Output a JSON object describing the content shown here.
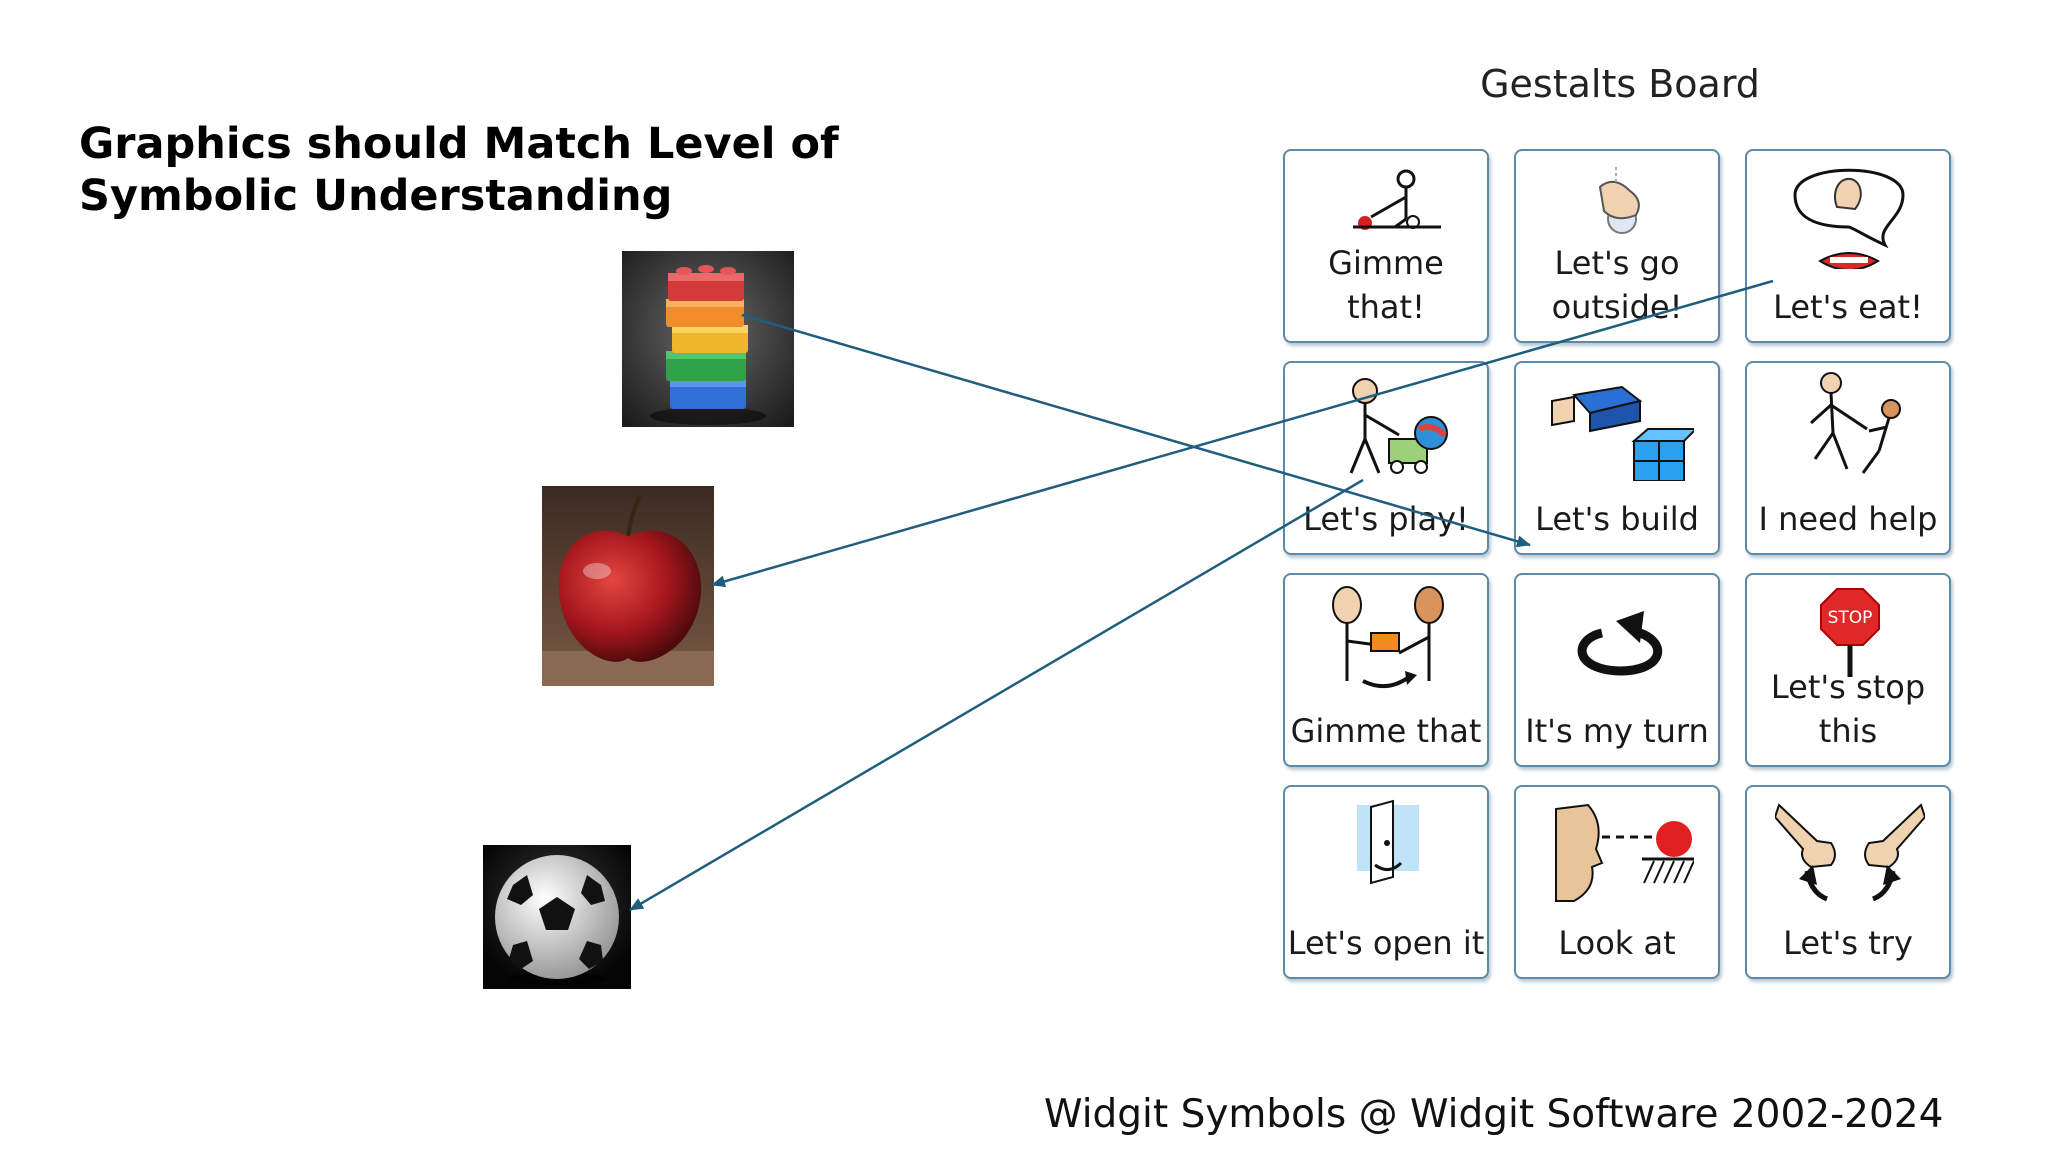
{
  "slide": {
    "title": "Graphics should Match Level of Symbolic Understanding",
    "credit": "Widgit Symbols @ Widgit Software 2002-2024"
  },
  "board": {
    "title": "Gestalts Board",
    "cells": [
      {
        "label": "Gimme that!",
        "icon": "reach-icon"
      },
      {
        "label": "Let's go outside!",
        "icon": "outside-sign-icon"
      },
      {
        "label": "Let's eat!",
        "icon": "eat-sign-icon"
      },
      {
        "label": "Let's play!",
        "icon": "play-icon"
      },
      {
        "label": "Let's build",
        "icon": "build-blocks-icon"
      },
      {
        "label": "I need help",
        "icon": "help-icon"
      },
      {
        "label": "Gimme that",
        "icon": "give-icon"
      },
      {
        "label": "It's my turn",
        "icon": "turn-arrow-icon"
      },
      {
        "label": "Let's stop this",
        "icon": "stop-sign-icon"
      },
      {
        "label": "Let's open it",
        "icon": "open-door-icon"
      },
      {
        "label": "Look at",
        "icon": "look-at-icon"
      },
      {
        "label": "Let's try",
        "icon": "try-hands-icon"
      }
    ]
  },
  "photos": [
    {
      "subject": "lego-blocks",
      "links_to": "Let's build"
    },
    {
      "subject": "apple",
      "links_to": "Let's eat!"
    },
    {
      "subject": "soccer-ball",
      "links_to": "Let's play!"
    }
  ],
  "colors": {
    "arrow": "#1f5e7e",
    "cell_border": "#5d8aa8"
  }
}
